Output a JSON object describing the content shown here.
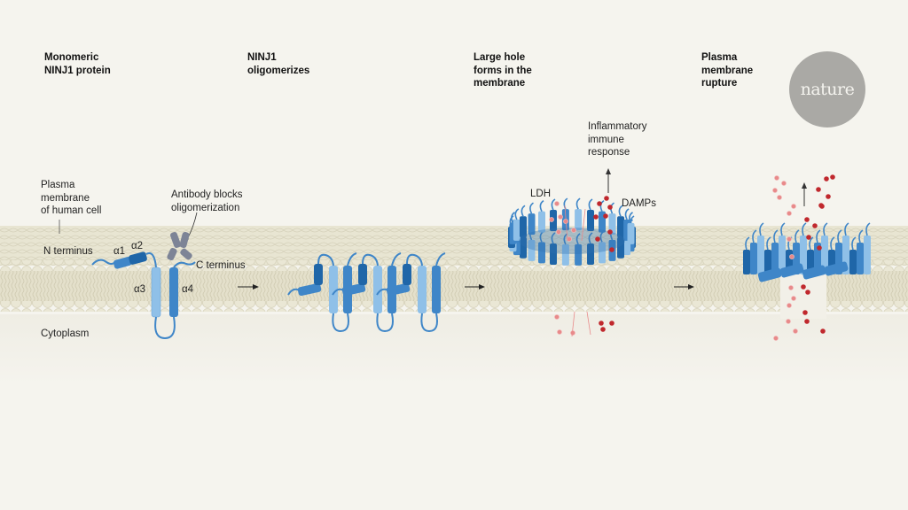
{
  "stages": [
    {
      "title": "Monomeric\nNINJ1 protein"
    },
    {
      "title": "NINJ1\noligomerizes"
    },
    {
      "title": "Large hole\nforms in the\nmembrane"
    },
    {
      "title": "Plasma\nmembrane\nrupture"
    }
  ],
  "labels": {
    "membrane": "Plasma\nmembrane\nof human cell",
    "antibody": "Antibody blocks\noligomerization",
    "n_terminus": "N terminus",
    "c_terminus": "C terminus",
    "alpha1": "α1",
    "alpha2": "α2",
    "alpha3": "α3",
    "alpha4": "α4",
    "cytoplasm": "Cytoplasm",
    "ldh": "LDH",
    "damps": "DAMPs",
    "inflammatory": "Inflammatory\nimmune\nresponse"
  },
  "logo": {
    "text": "nature"
  },
  "colors": {
    "background": "#f5f4ee",
    "membrane": "#e6e3d0",
    "helix_dark": "#1f66a8",
    "helix_mid": "#3f86c8",
    "helix_light": "#8fc0e8",
    "antibody": "#7d8496",
    "ldh": "#e88a8a",
    "damps": "#c0282d"
  }
}
